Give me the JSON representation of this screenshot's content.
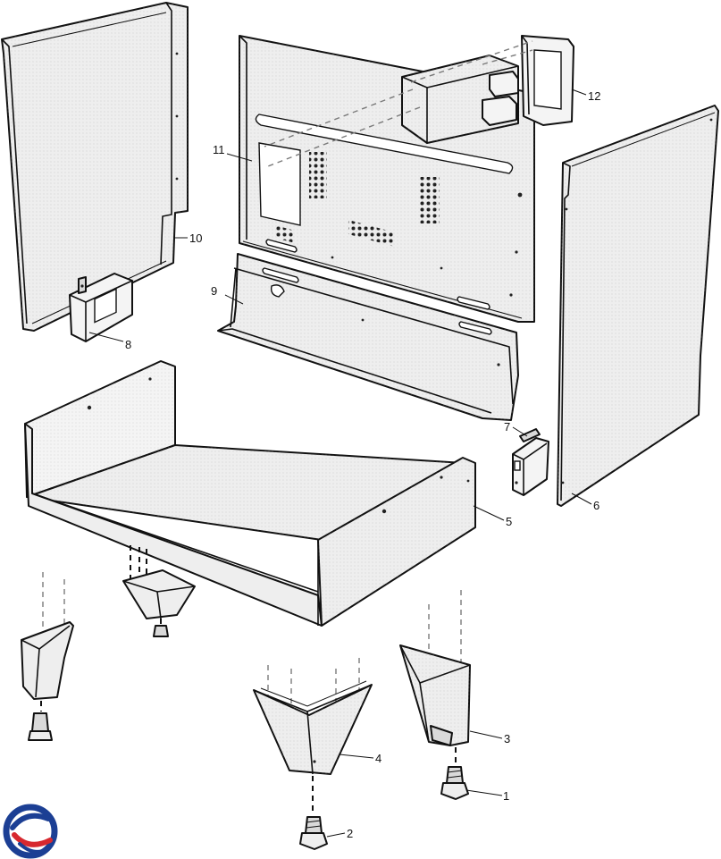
{
  "callouts": {
    "c1": "1",
    "c2": "2",
    "c3": "3",
    "c4": "4",
    "c5": "5",
    "c6": "6",
    "c7": "7",
    "c8": "8",
    "c9": "9",
    "c10": "10",
    "c11": "11",
    "c12": "12"
  },
  "logo": {
    "icon": "brand-swirl-logo",
    "colors": [
      "#1c3f94",
      "#d7282f"
    ]
  },
  "colors": {
    "line": "#111111",
    "panel_fill": "#eeeeee",
    "guide_dash": "#7a7a7a"
  }
}
